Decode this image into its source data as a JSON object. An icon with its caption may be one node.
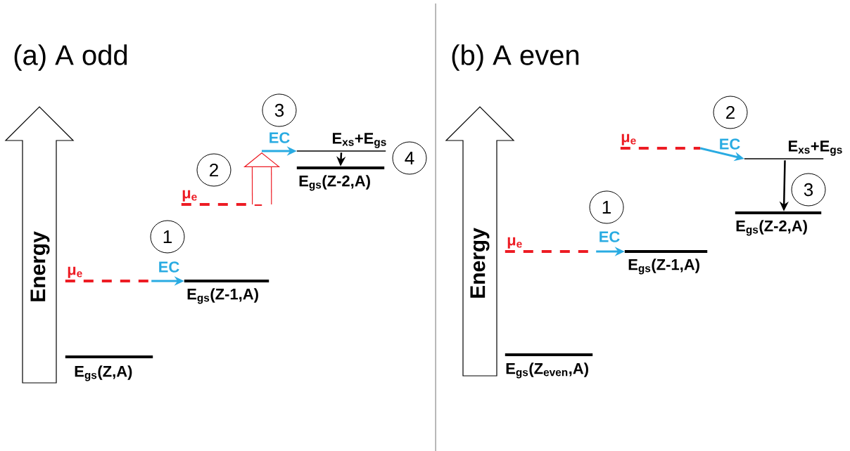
{
  "diagram": {
    "nodes": [
      {
        "text": [
          "Energy"
        ]
      },
      {
        "text": [
          "E$_{gs}$(Z,A)"
        ]
      },
      {
        "text": [
          "μ$_{e}$"
        ]
      },
      {
        "text": [
          "E$_{gs}$(Z-1,A)"
        ]
      },
      {
        "text": [
          "1"
        ]
      },
      {
        "text": [
          "μ$_{e}$"
        ]
      },
      {
        "text": [
          "2"
        ]
      },
      {
        "text": [
          "3"
        ]
      },
      {
        "text": [
          "E$_{xs}$+E$_{gs}$"
        ]
      },
      {
        "text": [
          "E$_{gs}$(Z-2,A)"
        ]
      },
      {
        "text": [
          "4"
        ]
      },
      {
        "text": [
          "Energy"
        ]
      },
      {
        "text": [
          "E$_{gs}$(Z$_{even}$,A)"
        ]
      },
      {
        "text": [
          "μ$_{e}$"
        ]
      },
      {
        "text": [
          "E$_{gs}$(Z-1,A)"
        ]
      },
      {
        "text": [
          "1"
        ]
      },
      {
        "text": [
          "μ$_{e}$"
        ]
      },
      {
        "text": [
          "2"
        ]
      },
      {
        "text": [
          "E$_{xs}$+E$_{gs}$"
        ]
      },
      {
        "text": [
          "E$_{gs}$(Z-2,A)"
        ]
      },
      {
        "text": [
          "3"
        ]
      }
    ],
    "edges": [
      {
        "from": 2,
        "to": 3,
        "arrow": "to",
        "label": "EC",
        "color": "#29abe2"
      },
      {
        "from": 5,
        "to": null,
        "arrow": "to",
        "style": "thick",
        "color": "#ed1c24"
      },
      {
        "from": null,
        "to": 8,
        "arrow": "to",
        "label": "EC",
        "color": "#29abe2"
      },
      {
        "from": 8,
        "to": 9,
        "arrow": "to",
        "color": "#000000"
      },
      {
        "from": 13,
        "to": 14,
        "arrow": "to",
        "label": "EC",
        "color": "#29abe2"
      },
      {
        "from": 16,
        "to": 18,
        "arrow": "to",
        "label": "EC",
        "color": "#29abe2"
      },
      {
        "from": 18,
        "to": 19,
        "arrow": "to",
        "color": "#000000"
      }
    ],
    "labels": [
      "(a) A odd",
      "(b) A even"
    ]
  }
}
